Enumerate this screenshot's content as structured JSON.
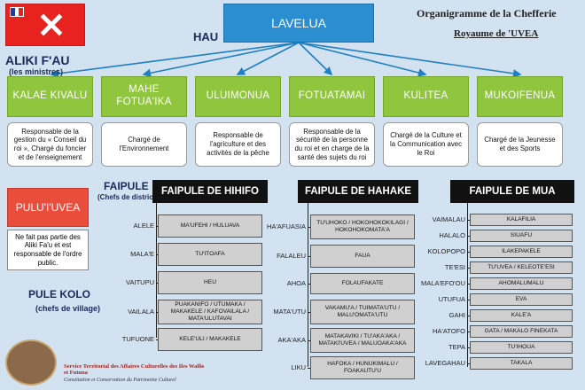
{
  "header": {
    "hau": "HAU",
    "lavelua": "LAVELUA",
    "title": "Organigramme de la Chefferie",
    "subtitle": "Royaume de 'UVEA",
    "aliki": "ALIKI F'AU",
    "aliki_sub": "(les ministres)"
  },
  "ministers": [
    {
      "name": "KALAE KIVALU",
      "desc": "Responsable de la gestion du « Conseil du roi », Chargé du foncier et de l'enseignement"
    },
    {
      "name": "MAHE FOTUA'IKA",
      "desc": "Chargé de l'Environnement"
    },
    {
      "name": "ULUIMONUA",
      "desc": "Responsable de l'agriculture et des activités de la pêche"
    },
    {
      "name": "FOTUATAMAI",
      "desc": "Responsable de la sécurité de la personne du roi et en charge de la santé des sujets du roi"
    },
    {
      "name": "KULITEA",
      "desc": "Chargé de la Culture et la Communication avec le Roi"
    },
    {
      "name": "MUKOIFENUA",
      "desc": "Chargé de la Jeunesse et des Sports"
    }
  ],
  "puluiuvea": {
    "name": "PULU'I'UVEA",
    "note": "Ne fait pas partie des Aliki Fa'u et est responsable de l'ordre public."
  },
  "faipule": {
    "label": "FAIPULE",
    "sub": "(Chefs de district)"
  },
  "pule_kolo": {
    "label": "PULE KOLO",
    "sub": "(chefs de village)"
  },
  "districts": [
    {
      "head": "FAIPULE DE HIHIFO",
      "villages": [
        {
          "label": "ALELE",
          "chiefs": "MA'UFEHI / HULUAVA"
        },
        {
          "label": "MALA'E",
          "chiefs": "TU'ITOAFA"
        },
        {
          "label": "VAITUPU",
          "chiefs": "HEU"
        },
        {
          "label": "VAILALA",
          "chiefs": "PUAKANIFO / UTUMAKA / MAKAKELE / KAFOVAILALA / MATA'ULUTAVAI"
        },
        {
          "label": "TUFUONE",
          "chiefs": "KELE'ULI / MAKAKELE"
        }
      ]
    },
    {
      "head": "FAIPULE DE HAHAKE",
      "villages": [
        {
          "label": "HA'AFUASIA",
          "chiefs": "TU'UHOKO / HOKOHOKOKILAGI / HOKOHOKOMATA'A"
        },
        {
          "label": "FALALEU",
          "chiefs": "FAUA"
        },
        {
          "label": "AHOA",
          "chiefs": "FOLAUFAKATE"
        },
        {
          "label": "MATA'UTU",
          "chiefs": "VAKAMU'A / TUIMATA'UTU / MALU'OMATA'UTU"
        },
        {
          "label": "AKA'AKA",
          "chiefs": "MATAKAVIKI / TU'AKA'AKA / MATAKI'UVEA / MALUOAKA'AKA"
        },
        {
          "label": "LIKU",
          "chiefs": "HAFOKA / HUNUKIMALU / FOAKAUTU'U"
        }
      ]
    },
    {
      "head": "FAIPULE DE MUA",
      "villages": [
        {
          "label": "VAIMALAU",
          "chiefs": "KALAFILIA"
        },
        {
          "label": "HALALO",
          "chiefs": "SIUAFU"
        },
        {
          "label": "KOLOPOPO",
          "chiefs": "ILAKEPAKELE"
        },
        {
          "label": "TE'ESI",
          "chiefs": "TU'UVEA / KELEOTE'ESI"
        },
        {
          "label": "MALA'EFO'OU",
          "chiefs": "AHOMALUMALU"
        },
        {
          "label": "UTUFUA",
          "chiefs": "EVA"
        },
        {
          "label": "GAHI",
          "chiefs": "KALE'A"
        },
        {
          "label": "HA'ATOFO",
          "chiefs": "GATA / MAKALO FINEKATA"
        },
        {
          "label": "TEPA",
          "chiefs": "TU'IHOUA"
        },
        {
          "label": "LAVEGAHAU",
          "chiefs": "TAKALA"
        }
      ]
    }
  ],
  "footer": {
    "line1": "Service Territorial des Affaires Culturelles des Iles Wallis et Futuna",
    "line2": "Constitution et Conservation du Patrimoine Culturel"
  },
  "colors": {
    "lavelua": "#2b8ed1",
    "minister": "#8fc63d",
    "puluiuvea": "#e94e3d",
    "district_head": "#111111",
    "background": "#d3e2f0"
  }
}
